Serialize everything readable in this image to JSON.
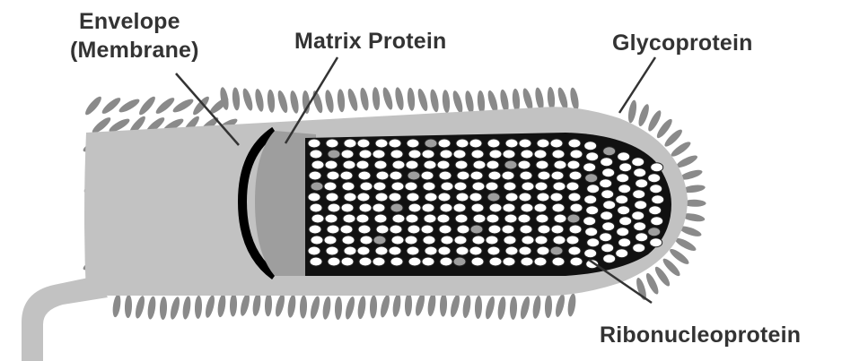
{
  "labels": {
    "envelope_line1": "Envelope",
    "envelope_line2": "(Membrane)",
    "matrix": "Matrix Protein",
    "glyco": "Glycoprotein",
    "ribo": "Ribonucleoprotein"
  },
  "colors": {
    "background": "#ffffff",
    "spike": "#8a8a8a",
    "envelope": "#c2c2c2",
    "matrix": "#9e9e9e",
    "membrane": "#000000",
    "rnp_fill": "#ffffff",
    "rnp_outline": "#222222",
    "core": "#111111",
    "label_text": "#333333",
    "leader_line": "#333333"
  }
}
